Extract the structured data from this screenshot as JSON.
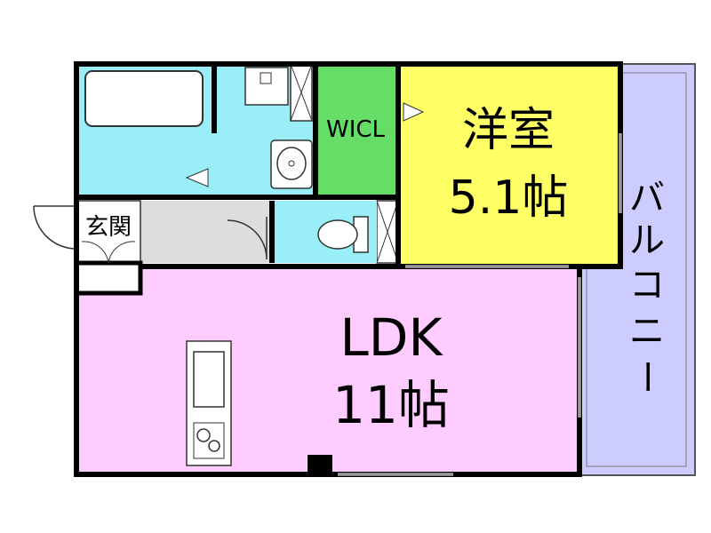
{
  "rooms": {
    "western_room_name": "洋室",
    "western_room_size": "5.1帖",
    "ldk_name": "LDK",
    "ldk_size": "11帖",
    "closet": "WICL",
    "entrance": "玄関",
    "balcony": [
      "バ",
      "ル",
      "コ",
      "ニ",
      "ー"
    ]
  },
  "colors": {
    "wall": "#000000",
    "bath_wet": "#99eef7",
    "closet_green": "#66dd66",
    "western_yellow": "#ffff66",
    "ldk_pink": "#ffccff",
    "balcony_lavender": "#ccccff",
    "hall_gray": "#dddddd"
  }
}
